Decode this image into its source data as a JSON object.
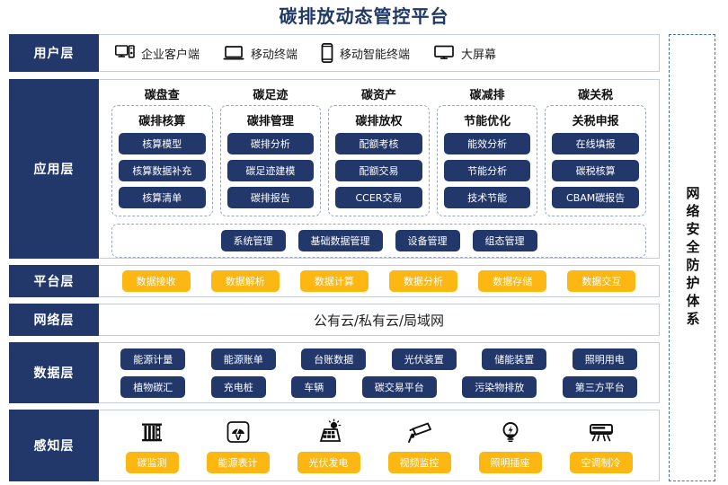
{
  "title": "碳排放动态管控平台",
  "security_band": {
    "label": "网络安全防护体系"
  },
  "layers": {
    "user": {
      "label": "用户层",
      "items": [
        {
          "icon": "desktop-tower-icon",
          "label": "企业客户端"
        },
        {
          "icon": "laptop-icon",
          "label": "移动终端"
        },
        {
          "icon": "smartphone-icon",
          "label": "移动智能终端"
        },
        {
          "icon": "monitor-icon",
          "label": "大屏幕"
        }
      ]
    },
    "application": {
      "label": "应用层",
      "groups": [
        {
          "head": "碳盘查",
          "sub": "碳排核算",
          "items": [
            "核算模型",
            "核算数据补充",
            "核算清单"
          ]
        },
        {
          "head": "碳足迹",
          "sub": "碳排管理",
          "items": [
            "碳排分析",
            "碳足迹建模",
            "碳排报告"
          ]
        },
        {
          "head": "碳资产",
          "sub": "碳排放权",
          "items": [
            "配额考核",
            "配额交易",
            "CCER交易"
          ]
        },
        {
          "head": "碳减排",
          "sub": "节能优化",
          "items": [
            "能效分析",
            "节能分析",
            "技术节能"
          ]
        },
        {
          "head": "碳关税",
          "sub": "关税申报",
          "items": [
            "在线填报",
            "碳税核算",
            "CBAM碳报告"
          ]
        }
      ],
      "common": [
        "系统管理",
        "基础数据管理",
        "设备管理",
        "组态管理"
      ]
    },
    "platform": {
      "label": "平台层",
      "items": [
        "数据接收",
        "数据解析",
        "数据计算",
        "数据分析",
        "数据存储",
        "数据交互"
      ]
    },
    "network": {
      "label": "网络层",
      "text": "公有云/私有云/局域网"
    },
    "data": {
      "label": "数据层",
      "row1": [
        "能源计量",
        "能源账单",
        "台账数据",
        "光伏装置",
        "储能装置",
        "照明用电"
      ],
      "row2": [
        "植物碳汇",
        "充电桩",
        "车辆",
        "碳交易平台",
        "污染物排放",
        "第三方平台"
      ]
    },
    "sensing": {
      "label": "感知层",
      "items": [
        {
          "icon": "carbon-sensor-icon",
          "label": "碳监测"
        },
        {
          "icon": "energy-meter-icon",
          "label": "能源表计"
        },
        {
          "icon": "solar-panel-icon",
          "label": "光伏发电"
        },
        {
          "icon": "cctv-camera-icon",
          "label": "视频监控"
        },
        {
          "icon": "lightbulb-icon",
          "label": "照明插座"
        },
        {
          "icon": "air-conditioner-icon",
          "label": "空调制冷"
        }
      ]
    }
  },
  "colors": {
    "navy": "#22386b",
    "title_navy": "#1f3864",
    "yellow": "#fcb713",
    "dashed_border": "#9aa6bb",
    "band_border": "#4472a8"
  }
}
